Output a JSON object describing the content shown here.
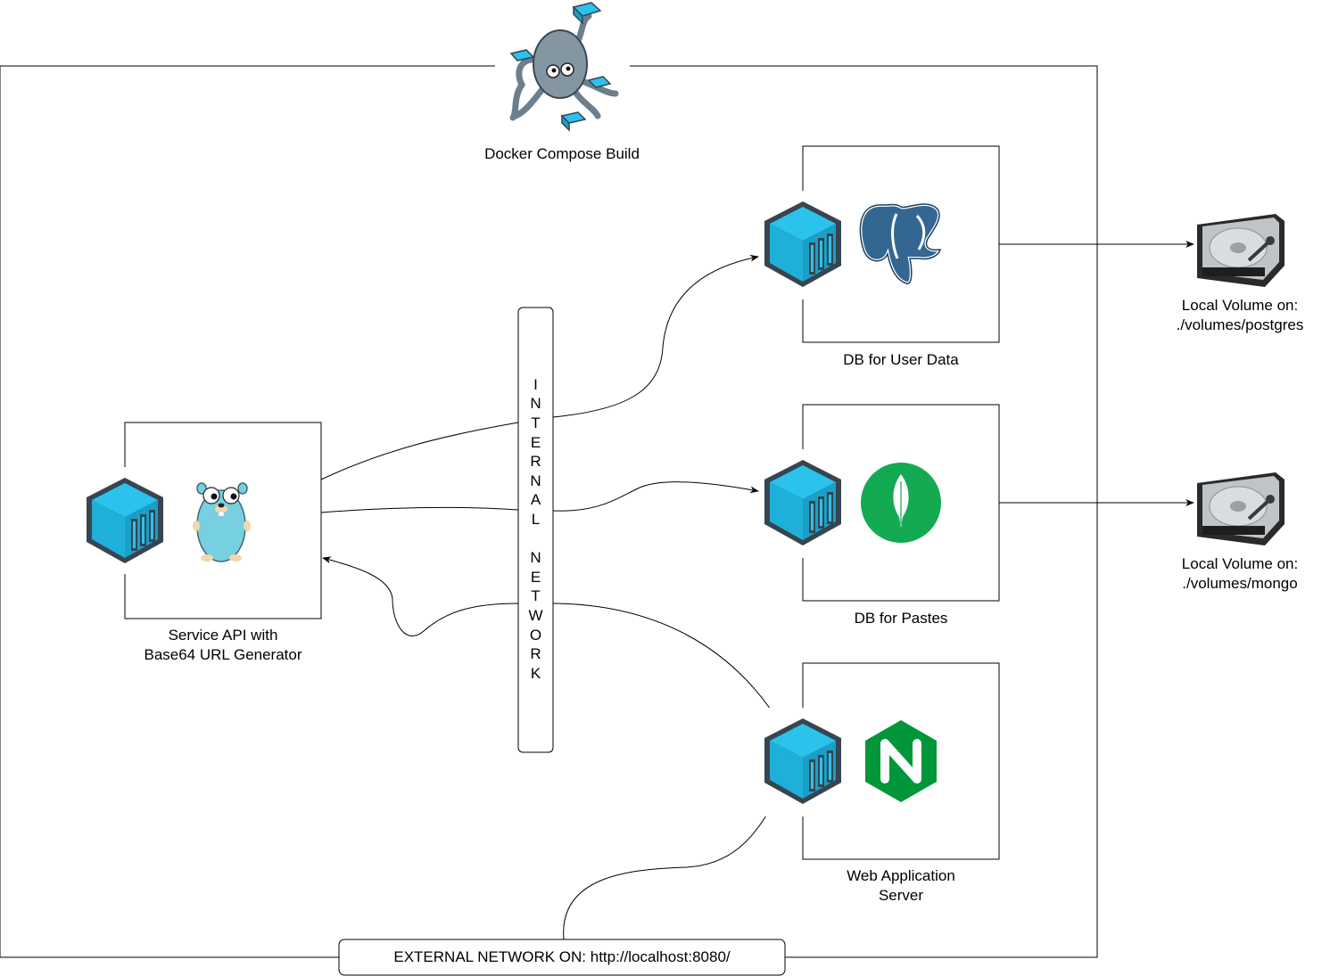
{
  "compose": {
    "title": "Docker Compose Build",
    "logo_icon": "docker-compose-octopus-icon"
  },
  "internal_network": {
    "letters": [
      "I",
      "N",
      "T",
      "E",
      "R",
      "N",
      "A",
      "L",
      "",
      "N",
      "E",
      "T",
      "W",
      "O",
      "R",
      "K"
    ]
  },
  "services": {
    "api": {
      "label_line1": "Service API with",
      "label_line2": "Base64 URL Generator",
      "icons": [
        "container-cube-icon",
        "go-gopher-icon"
      ]
    },
    "postgres": {
      "label": "DB for User Data",
      "icons": [
        "container-cube-icon",
        "postgresql-elephant-icon"
      ]
    },
    "mongo": {
      "label": "DB for Pastes",
      "icons": [
        "container-cube-icon",
        "mongodb-leaf-icon"
      ]
    },
    "nginx": {
      "label_line1": "Web Application",
      "label_line2": "Server",
      "icons": [
        "container-cube-icon",
        "nginx-icon"
      ]
    }
  },
  "volumes": {
    "postgres": {
      "line1": "Local Volume on:",
      "line2": "./volumes/postgres",
      "icon": "hard-drive-icon"
    },
    "mongo": {
      "line1": "Local Volume on:",
      "line2": "./volumes/mongo",
      "icon": "hard-drive-icon"
    }
  },
  "external_network": {
    "label": "EXTERNAL NETWORK ON: http://localhost:8080/"
  },
  "colors": {
    "cube_light": "#2bc2ec",
    "cube_dark": "#1a9fc7",
    "cube_stroke": "#36454f",
    "postgres_blue": "#336791",
    "mongo_green": "#13aa52",
    "nginx_green": "#009639",
    "gopher_blue": "#76d0e0"
  }
}
